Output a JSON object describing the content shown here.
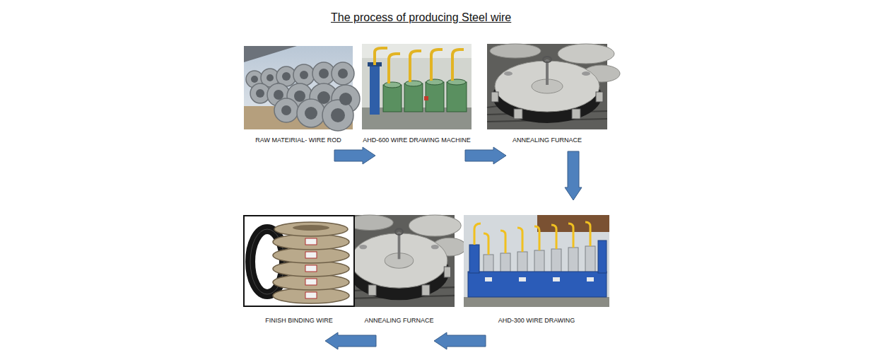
{
  "diagram": {
    "title": "The process of producing Steel wire",
    "nodes": [
      {
        "text": [
          "RAW MATEIRIAL- WIRE ROD"
        ]
      },
      {
        "text": [
          "AHD-600 WIRE DRAWING MACHINE"
        ]
      },
      {
        "text": [
          "ANNEALING FURNACE"
        ]
      },
      {
        "text": [
          "FINISH BINDING WIRE"
        ]
      },
      {
        "text": [
          "ANNEALING FURNACE"
        ]
      },
      {
        "text": [
          "AHD-300 WIRE DRAWING"
        ]
      }
    ],
    "edges": [
      {
        "from": 0,
        "to": 1,
        "arrow": "to"
      },
      {
        "from": 1,
        "to": 2,
        "arrow": "to"
      },
      {
        "from": 2,
        "to": 5,
        "arrow": "to"
      },
      {
        "from": 5,
        "to": 4,
        "arrow": "to"
      },
      {
        "from": 4,
        "to": 3,
        "arrow": "to"
      }
    ]
  }
}
